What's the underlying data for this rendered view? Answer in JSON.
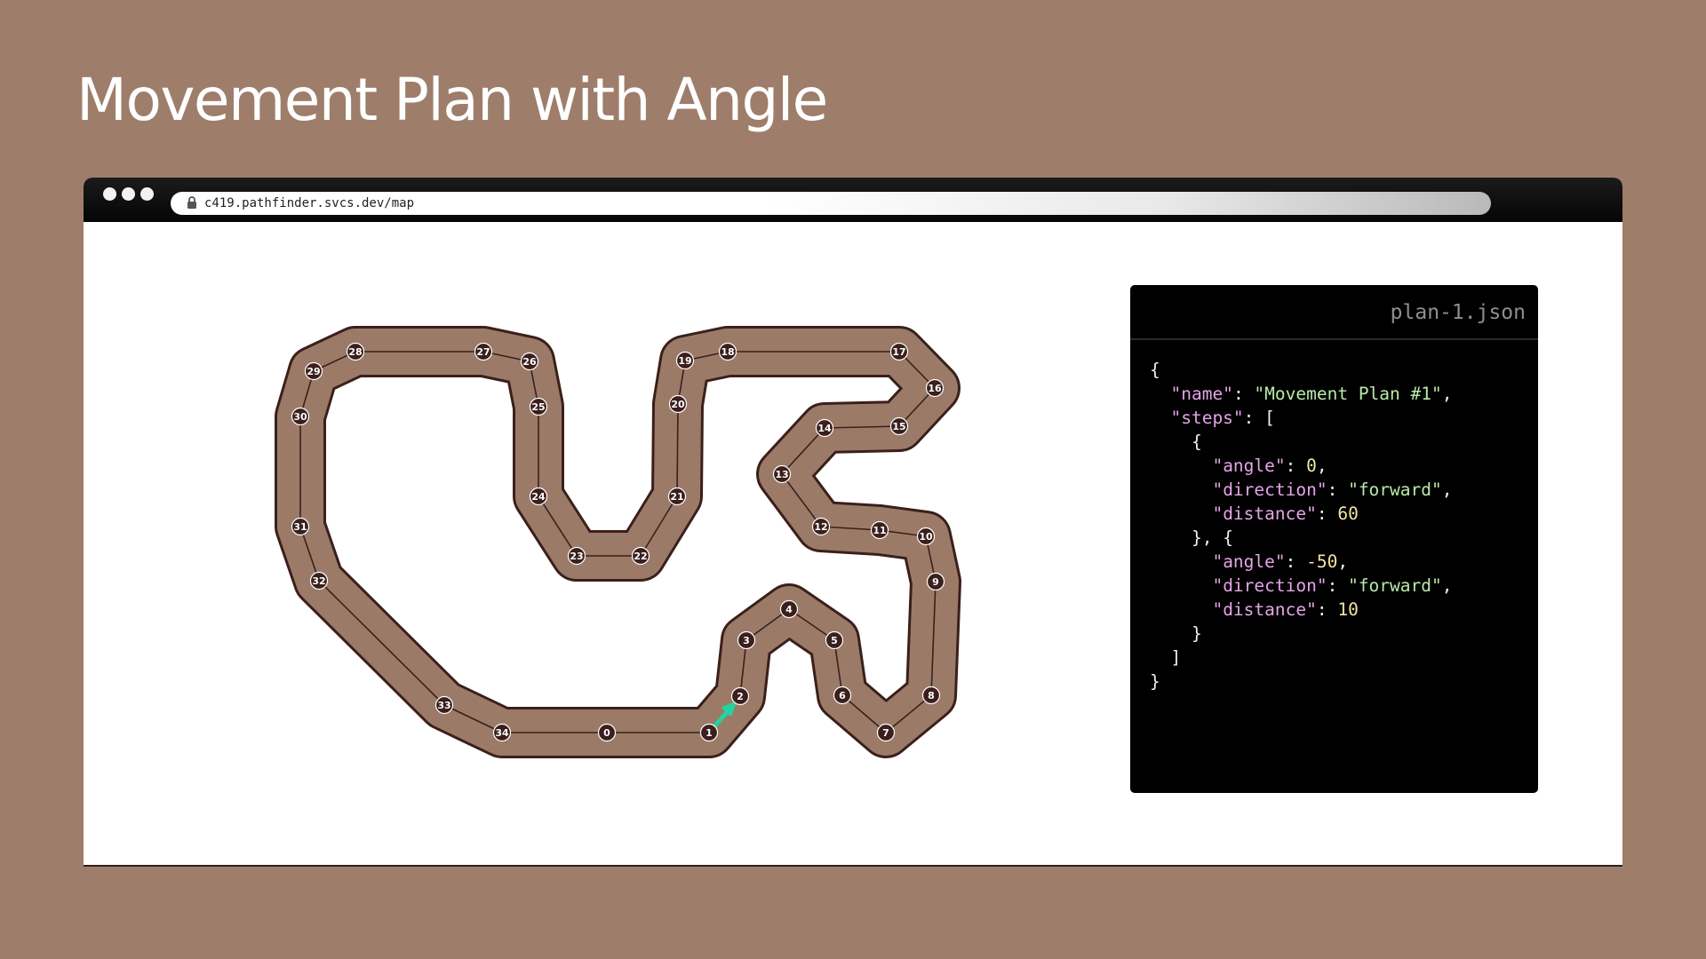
{
  "title": "Movement Plan with Angle",
  "browser": {
    "url": "c419.pathfinder.svcs.dev/map"
  },
  "track": {
    "nodes": [
      "0",
      "1",
      "2",
      "3",
      "4",
      "5",
      "6",
      "7",
      "8",
      "9",
      "10",
      "11",
      "12",
      "13",
      "14",
      "15",
      "16",
      "17",
      "18",
      "19",
      "20",
      "21",
      "22",
      "23",
      "24",
      "25",
      "26",
      "27",
      "28",
      "29",
      "30",
      "31",
      "32",
      "33",
      "34"
    ]
  },
  "panel": {
    "filename": "plan-1.json",
    "code": {
      "open_brace": "{",
      "name_key": "\"name\"",
      "name_value": "\"Movement Plan #1\"",
      "steps_key": "\"steps\"",
      "steps_open": "[",
      "step_open": "{",
      "angle_key": "\"angle\"",
      "angle_value_1": "0",
      "direction_key": "\"direction\"",
      "direction_value": "\"forward\"",
      "distance_key": "\"distance\"",
      "distance_value_1": "60",
      "step_sep": "}, {",
      "angle_value_2": "-50",
      "distance_value_2": "10",
      "step_close": "}",
      "steps_close": "]",
      "close_brace": "}"
    }
  },
  "colors": {
    "background": "#9e7d6a",
    "track_fill": "#9b7b68",
    "track_outline": "#3b1f1b",
    "node_fill": "#3a1f1c",
    "arrow": "#22d3a0",
    "code_key": "#e4a4e6",
    "code_string": "#b9e9a8",
    "code_number": "#f1e6a3"
  }
}
